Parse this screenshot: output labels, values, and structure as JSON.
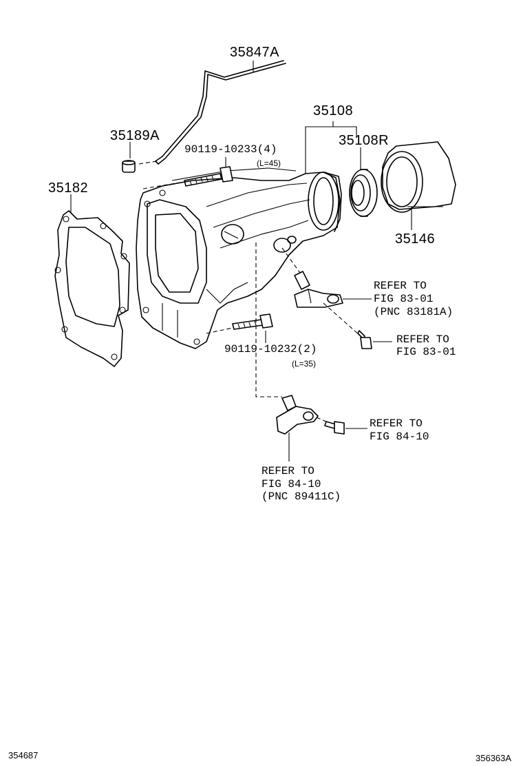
{
  "parts": {
    "p35847A": "35847A",
    "p35108": "35108",
    "p35189A": "35189A",
    "p35108R": "35108R",
    "p35182": "35182",
    "p35146": "35146",
    "bolt_upper": "90119-10233(4)",
    "bolt_upper_len": "(L=45)",
    "bolt_lower": "90119-10232(2)",
    "bolt_lower_len": "(L=35)"
  },
  "references": {
    "ref1": [
      "REFER TO",
      "FIG 83-01",
      "(PNC 83181A)"
    ],
    "ref2": [
      "REFER TO",
      "FIG 83-01"
    ],
    "ref3": [
      "REFER TO",
      "FIG 84-10"
    ],
    "ref4": [
      "REFER TO",
      "FIG 84-10",
      "(PNC 89411C)"
    ]
  },
  "footer": {
    "left_code": "354687",
    "right_code": "356363A"
  }
}
